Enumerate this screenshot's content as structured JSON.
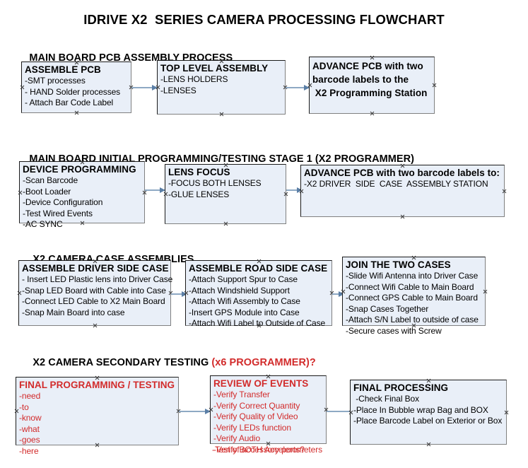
{
  "document": {
    "title": "IDRIVE X2  SERIES CAMERA PROCESSING FLOWCHART"
  },
  "colors": {
    "box_fill": "#e9eff8",
    "box_border_dark": "#1a1a1a",
    "box_border_light": "#808080",
    "connector": "#8ea9c4",
    "arrowhead": "#5b7fa6",
    "accent_red": "#d22b2b",
    "text": "#000000",
    "background": "#ffffff"
  },
  "sections": [
    {
      "id": "main-board-pcb-assembly-process",
      "heading": "MAIN BOARD PCB ASSEMBLY PROCESS",
      "heading_accent": "",
      "boxes": [
        {
          "id": "assemble-pcb",
          "title": "ASSEMBLE PCB",
          "lines": [
            "-SMT processes",
            "- HAND Solder processes",
            "- Attach Bar Code Label"
          ],
          "red": false
        },
        {
          "id": "top-level-assembly",
          "title": "TOP LEVEL ASSEMBLY",
          "lines": [
            "-LENS HOLDERS",
            "-LENSES"
          ],
          "red": false
        },
        {
          "id": "advance-pcb-to-x2-programming-station",
          "title": "ADVANCE PCB with two\nbarcode labels to the\n X2 Programming Station",
          "lines": [],
          "red": false
        }
      ]
    },
    {
      "id": "main-board-initial-programming-testing-stage-1",
      "heading": "MAIN BOARD INITIAL PROGRAMMING/TESTING STAGE 1 (X2 PROGRAMMER)",
      "heading_accent": "",
      "boxes": [
        {
          "id": "device-programming",
          "title": "DEVICE PROGRAMMING",
          "lines": [
            "-Scan Barcode",
            "-Boot Loader",
            "-Device Configuration",
            "-Test Wired Events",
            "-AC SYNC"
          ],
          "red": false
        },
        {
          "id": "lens-focus",
          "title": "LENS FOCUS",
          "lines": [
            "-FOCUS BOTH LENSES",
            "-GLUE LENSES"
          ],
          "red": false
        },
        {
          "id": "advance-pcb-to-driver-side-case-assembly",
          "title": "ADVANCE PCB with two barcode labels to:",
          "lines": [
            "-X2 DRIVER  SIDE  CASE  ASSEMBLY STATION"
          ],
          "red": false
        }
      ]
    },
    {
      "id": "x2-camera-case-assemblies",
      "heading": "X2 CAMERA CASE ASSEMBLIES",
      "heading_accent": "",
      "boxes": [
        {
          "id": "assemble-driver-side-case",
          "title": "ASSEMBLE DRIVER SIDE CASE",
          "lines": [
            "- Insert LED Plastic lens into Driver Case",
            "-Snap LED Board with Cable into Case",
            "-Connect LED Cable to X2 Main Board",
            "-Snap Main Board into case"
          ],
          "red": false
        },
        {
          "id": "assemble-road-side-case",
          "title": "ASSEMBLE ROAD SIDE CASE",
          "lines": [
            "-Attach Support Spur to Case",
            "-Attach Windshield Support",
            "-Attach Wifi Assembly to Case",
            "-Insert GPS Module into Case",
            "-Attach Wifi Label to Outside of Case"
          ],
          "red": false
        },
        {
          "id": "join-the-two-cases",
          "title": "JOIN THE TWO CASES",
          "lines": [
            "-Slide Wifi Antenna into Driver Case",
            "-Connect Wifi Cable to Main Board",
            "-Connect GPS Cable to Main Board",
            "-Snap Cases Together",
            "-Attach S/N Label to outside of case",
            "-Secure cases with Screw"
          ],
          "red": false
        }
      ]
    },
    {
      "id": "x2-camera-secondary-testing",
      "heading": "X2 CAMERA SECONDARY TESTING ",
      "heading_accent": "(x6 PROGRAMMER)?",
      "boxes": [
        {
          "id": "final-programming-testing",
          "title": "FINAL PROGRAMMING / TESTING",
          "lines": [
            "-need",
            "-to",
            "-know",
            "-what",
            "-goes",
            "-here"
          ],
          "red": true
        },
        {
          "id": "review-of-events",
          "title": "REVIEW OF EVENTS",
          "lines": [
            "-Verify Transfer",
            "-Verify Correct Quantity",
            "-Verify Quality of Video",
            "-Verify LEDs function",
            "-Verify Audio",
            "-Verify BOTH Accelerometers"
          ],
          "overflow_line": "-Test of accessory ports?",
          "red": true
        },
        {
          "id": "final-processing",
          "title": "FINAL PROCESSING",
          "lines": [
            " -Check Final Box",
            "-Place In Bubble wrap Bag and BOX",
            "-Place Barcode Label on Exterior or Box"
          ],
          "red": false
        }
      ]
    }
  ]
}
